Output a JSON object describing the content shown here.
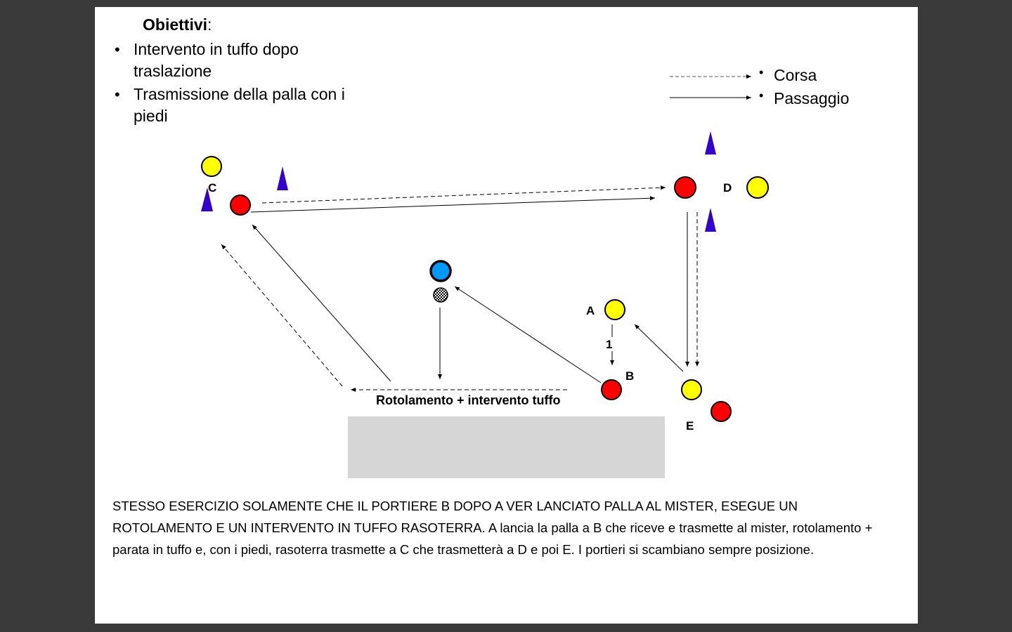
{
  "objectives": {
    "title": "Obiettivi",
    "title_suffix": ":",
    "items": [
      "Intervento in tuffo dopo traslazione",
      "Trasmissione della palla con i piedi"
    ]
  },
  "legend": {
    "run_label": "Corsa",
    "pass_label": "Passaggio"
  },
  "labels": {
    "a": "A",
    "b": "B",
    "c": "C",
    "d": "D",
    "e": "E",
    "step_one": "1"
  },
  "drill_label": "Rotolamento + intervento tuffo",
  "description": "STESSO ESERCIZIO SOLAMENTE CHE IL PORTIERE B DOPO A VER LANCIATO PALLA AL MISTER, ESEGUE UN ROTOLAMENTO E UN INTERVENTO IN TUFFO RASOTERRA. A lancia la palla a B che riceve e trasmette al mister, rotolamento + parata in tuffo e, con i piedi, rasoterra trasmette a C che trasmetterà  a D e poi E. I portieri si scambiano sempre posizione.",
  "colors": {
    "player_yellow": "#ffff00",
    "player_red": "#ff0000",
    "coach_blue": "#0099ff",
    "cone_blue": "#3300cc",
    "area_grey": "#d6d6d6"
  }
}
